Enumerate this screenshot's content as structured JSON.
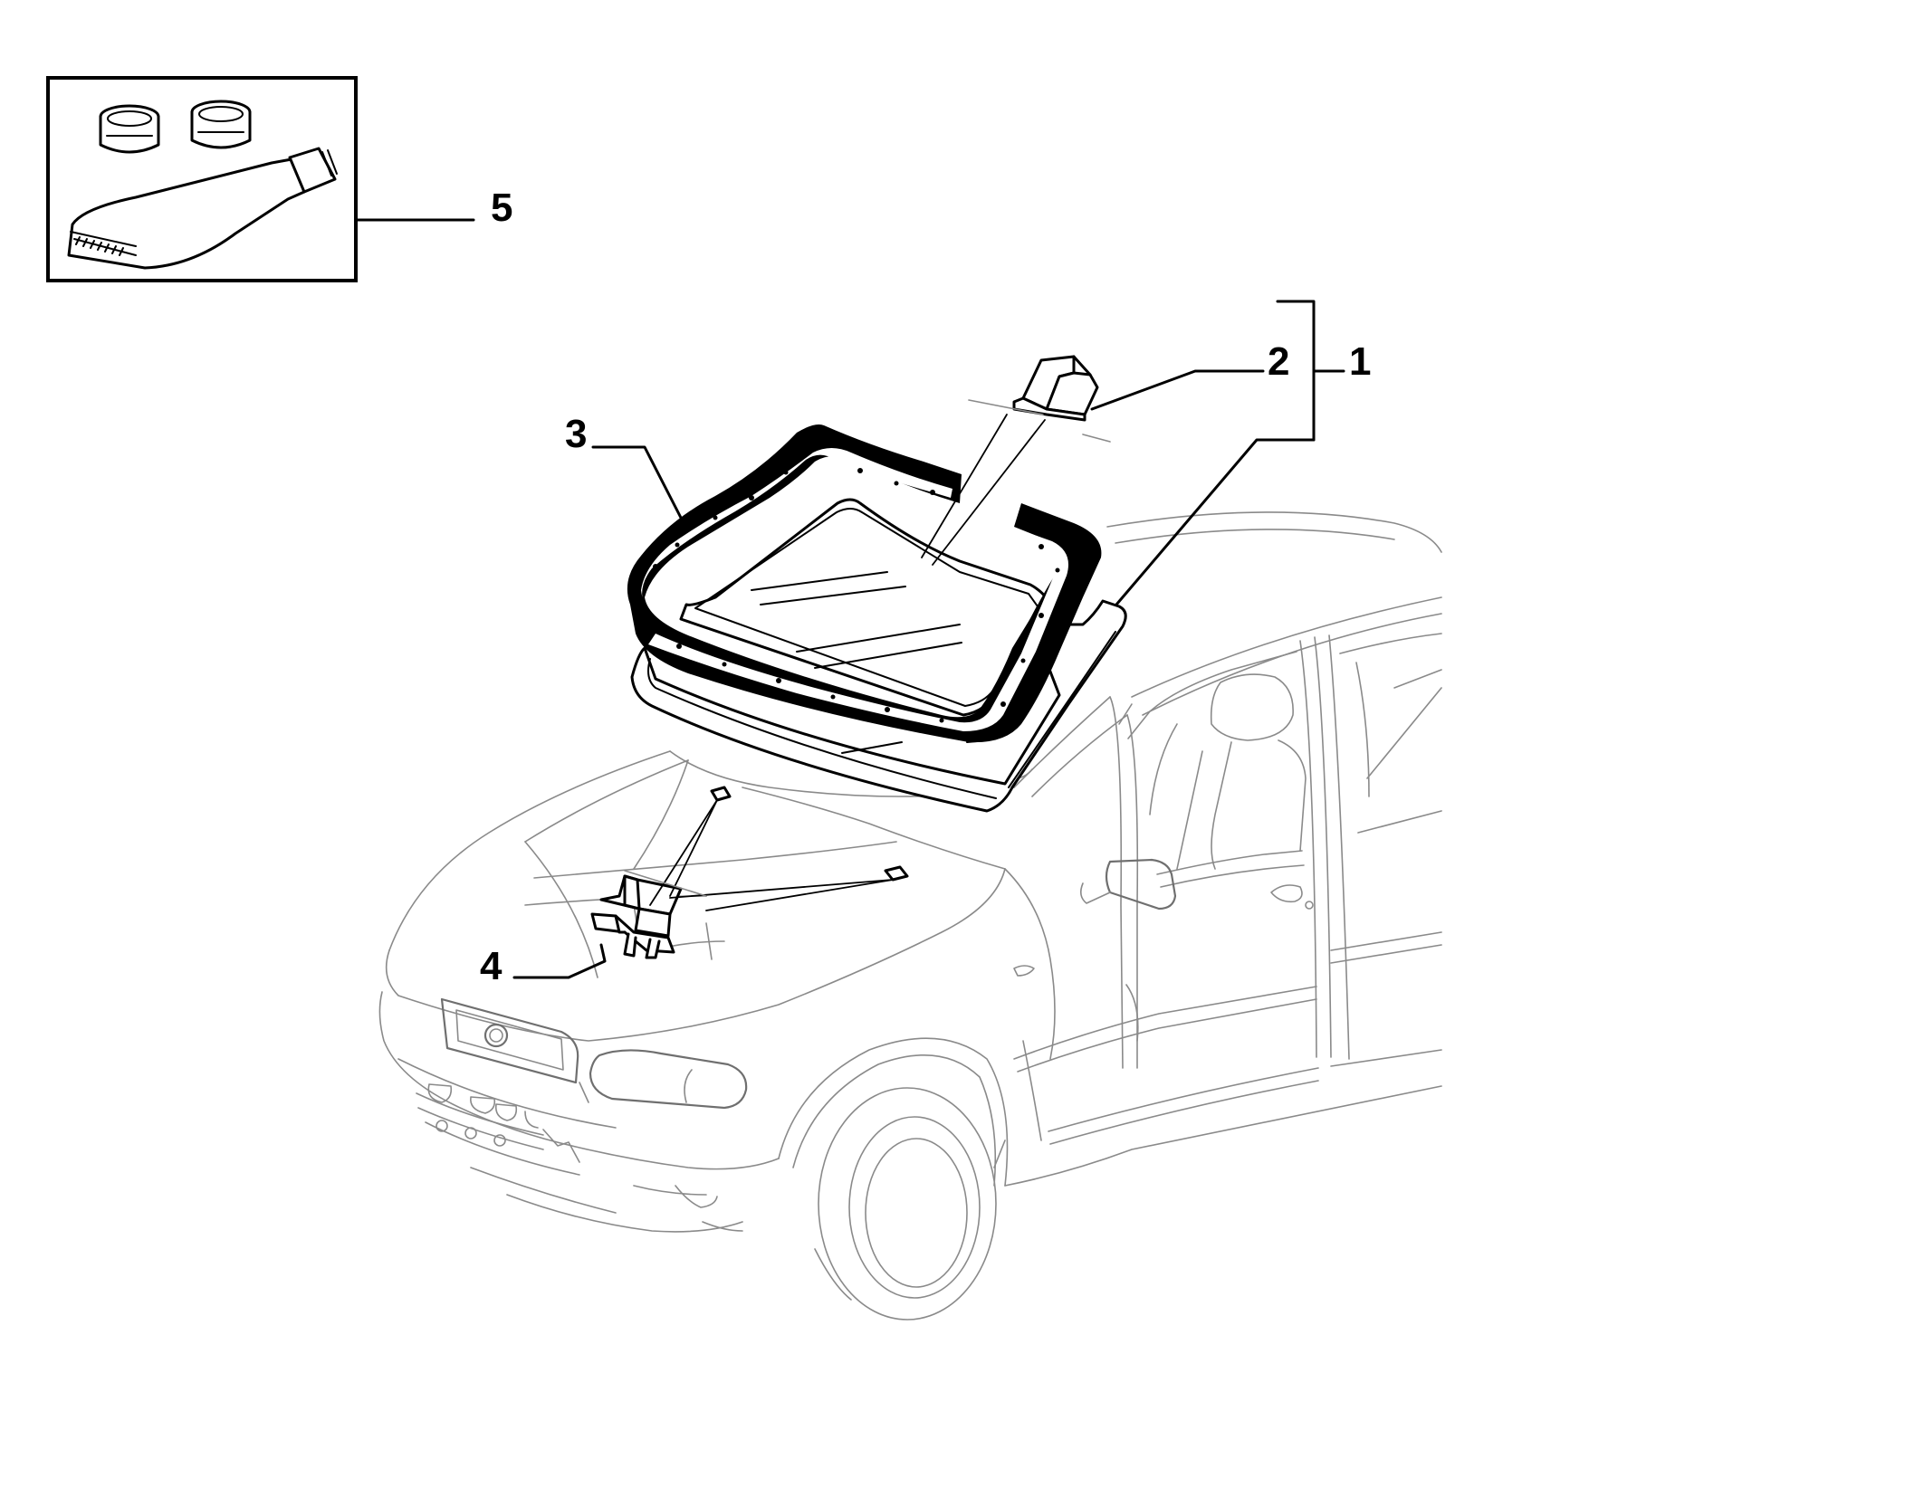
{
  "callouts": [
    {
      "id": "1",
      "label": "1"
    },
    {
      "id": "2",
      "label": "2"
    },
    {
      "id": "3",
      "label": "3"
    },
    {
      "id": "4",
      "label": "4"
    },
    {
      "id": "5",
      "label": "5"
    }
  ],
  "parts": [
    {
      "callout": "1",
      "icon": "windscreen-assembly-icon"
    },
    {
      "callout": "2",
      "icon": "mirror-mount-bracket-icon"
    },
    {
      "callout": "3",
      "icon": "windscreen-seal-icon"
    },
    {
      "callout": "4",
      "icon": "clip-icon"
    },
    {
      "callout": "5",
      "icon": "adhesive-kit-icon"
    }
  ],
  "colors": {
    "line": "#000000",
    "car_outline": "#8a8a8a",
    "background": "#ffffff"
  }
}
